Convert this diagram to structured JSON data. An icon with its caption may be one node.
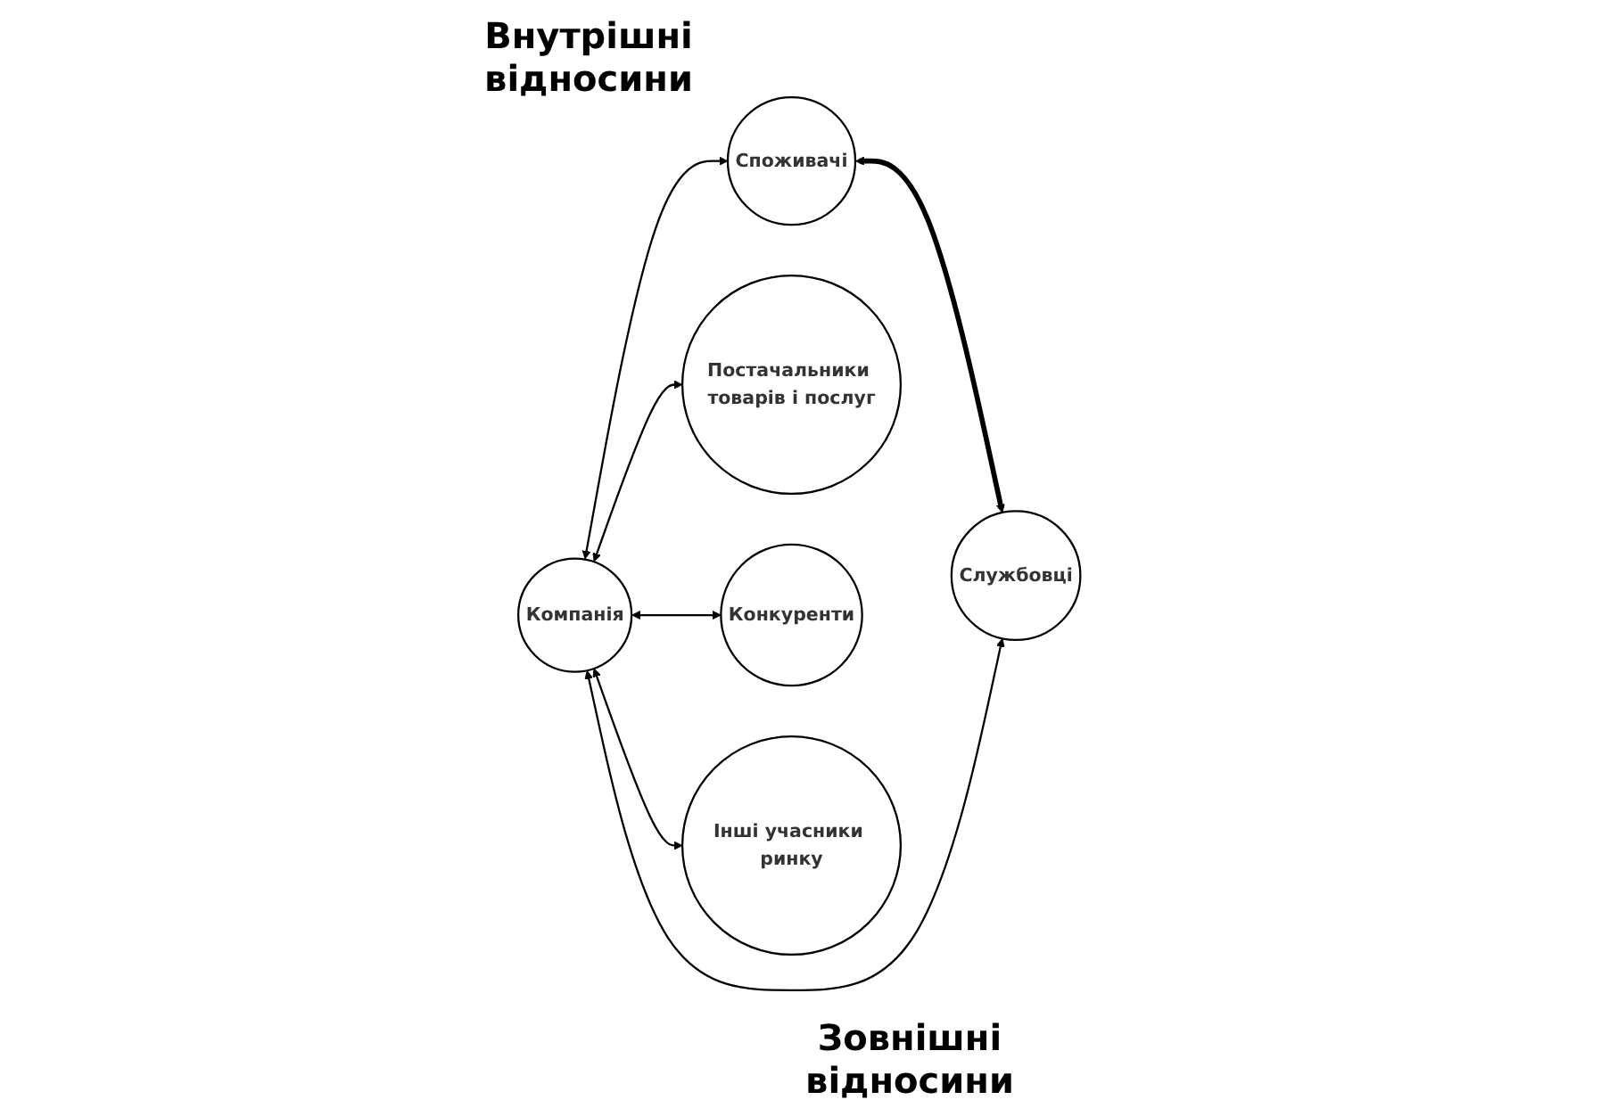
{
  "diagram": {
    "nodes": [
      {
        "text": [
          "Компанія"
        ]
      },
      {
        "text": [
          "Споживачі"
        ]
      },
      {
        "text": [
          "Службовці"
        ]
      },
      {
        "text": [
          "Постачальники товарів і послуг"
        ]
      },
      {
        "text": [
          "Конкуренти"
        ]
      },
      {
        "text": [
          "Інші учасники ринку"
        ]
      }
    ],
    "edges": [
      {
        "from": 1,
        "to": 2,
        "arrow": "both",
        "style": "thick"
      },
      {
        "from": 0,
        "to": 1,
        "arrow": "both"
      },
      {
        "from": 0,
        "to": 2,
        "arrow": "both"
      },
      {
        "from": 0,
        "to": 3,
        "arrow": "both"
      },
      {
        "from": 0,
        "to": 4,
        "arrow": "both"
      },
      {
        "from": 0,
        "to": 5,
        "arrow": "both"
      }
    ],
    "labels": [
      "Внутрішні відносини",
      "Зовнішні відносини"
    ]
  }
}
